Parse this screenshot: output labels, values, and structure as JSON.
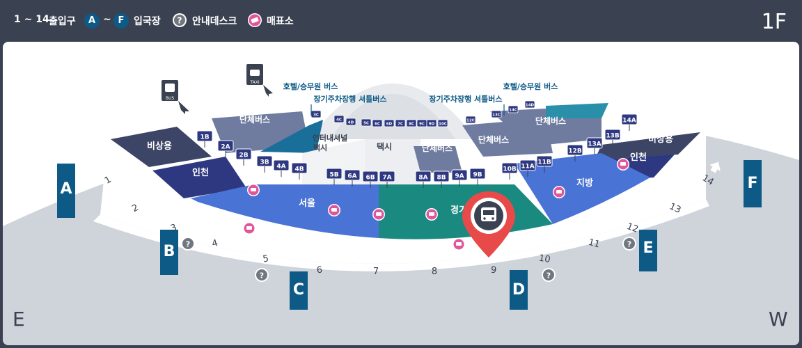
{
  "header": {
    "gates_range": "1 ~ 14",
    "gates_label": "출입구",
    "entrance_from": "A",
    "entrance_sep": "~",
    "entrance_to": "F",
    "entrance_label": "입국장",
    "info_label": "안내데스크",
    "ticket_label": "매표소",
    "floor": "1F"
  },
  "compass": {
    "left": "E",
    "right": "W"
  },
  "zones": {
    "seoul": "서울",
    "gyeonggi": "경기",
    "jibang": "지방",
    "incheon_left": "인천",
    "incheon_right": "인천",
    "emergency_left": "비상용",
    "emergency_right": "비상용",
    "group_bus_1": "단체버스",
    "group_bus_2": "단체버스",
    "group_bus_3": "단체버스",
    "group_bus_4": "단체버스",
    "taxi": "택시",
    "intercity_taxi_1": "인터내셔널",
    "intercity_taxi_2": "택시"
  },
  "callouts": {
    "hotel_left": "호텔/승무원 버스",
    "hotel_right": "호텔/승무원 버스",
    "parking_left": "장기주차장행 셔틀버스",
    "parking_right": "장기주차장행 셔틀버스"
  },
  "icons": {
    "bus": "BUS",
    "taxi": "TAXI"
  },
  "entrances": [
    "A",
    "B",
    "C",
    "D",
    "E",
    "F"
  ],
  "gates": [
    "1",
    "2",
    "3",
    "4",
    "5",
    "6",
    "7",
    "8",
    "9",
    "10",
    "11",
    "12",
    "13",
    "14"
  ],
  "stops_front": [
    "1B",
    "2A",
    "2B",
    "3B",
    "4A",
    "4B",
    "5B",
    "6A",
    "6B",
    "7A",
    "8A",
    "8B",
    "9A",
    "9B",
    "10B",
    "11A",
    "11B",
    "12B",
    "13A",
    "13B",
    "14A"
  ],
  "stops_back": [
    "3C",
    "4C",
    "4D",
    "5C",
    "6C",
    "6D",
    "7C",
    "8C",
    "9C",
    "9D",
    "10C",
    "12C",
    "13C",
    "14C",
    "14D"
  ]
}
